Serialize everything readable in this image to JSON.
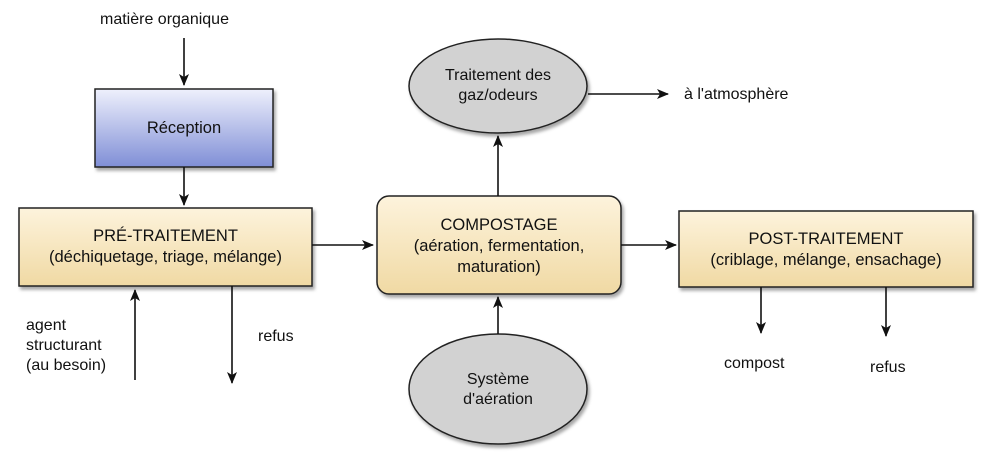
{
  "inputs": {
    "organic_matter": "matière organique",
    "structuring_agent": [
      "agent",
      "structurant",
      "(au besoin)"
    ],
    "aeration_system": [
      "Système",
      "d'aération"
    ]
  },
  "stages": {
    "reception": "Réception",
    "pretreatment": {
      "title": "PRÉ-TRAITEMENT",
      "detail": "(déchiquetage, triage, mélange)"
    },
    "composting": {
      "title": "COMPOSTAGE",
      "detail": [
        "(aération, fermentation,",
        "maturation)"
      ]
    },
    "posttreatment": {
      "title": "POST-TRAITEMENT",
      "detail": "(criblage, mélange, ensachage)"
    },
    "gas_treatment": [
      "Traitement des",
      "gaz/odeurs"
    ]
  },
  "outputs": {
    "atmosphere": "à l'atmosphère",
    "pretreatment_reject": "refus",
    "compost": "compost",
    "posttreatment_reject": "refus"
  },
  "colors": {
    "box_fill_top": "#fdf3dc",
    "box_fill_bottom": "#f0d9a3",
    "reception_fill_top": "#e9ecfb",
    "reception_fill_bottom": "#7f8ed6",
    "ellipse_fill": "#d2d2d2",
    "stroke": "#222222"
  }
}
